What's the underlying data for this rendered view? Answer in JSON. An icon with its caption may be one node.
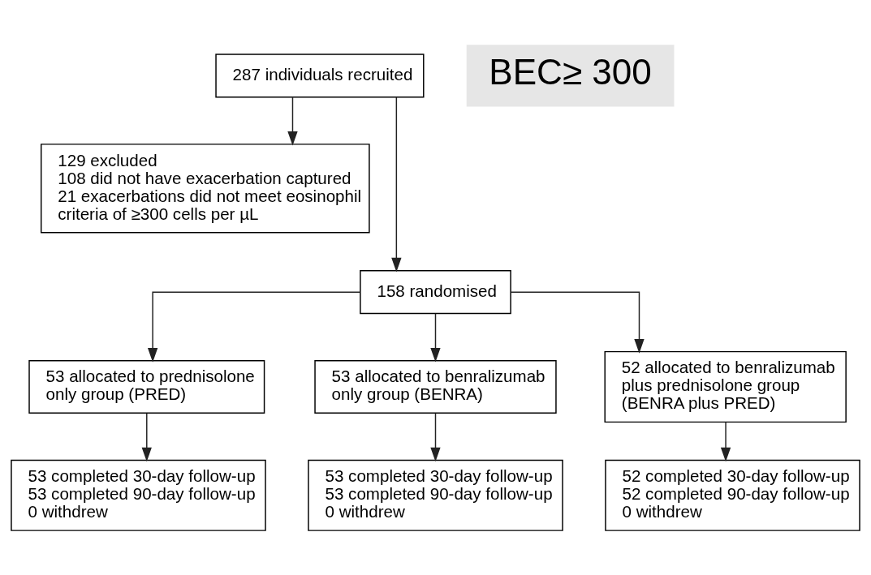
{
  "diagram": {
    "nodes": [
      {
        "text": [
          "287 individuals recruited"
        ]
      },
      {
        "text": [
          "129 excluded",
          "108 did not have exacerbation captured",
          "21 exacerbations did not meet eosinophil criteria of ≥300 cells per µL"
        ]
      },
      {
        "text": [
          "158 randomised"
        ]
      },
      {
        "text": [
          "53 allocated to prednisolone only group (PRED)"
        ]
      },
      {
        "text": [
          "53 allocated to benralizumab only group (BENRA)"
        ]
      },
      {
        "text": [
          "52 allocated to benralizumab plus prednisolone group (BENRA plus PRED)"
        ]
      },
      {
        "text": [
          "53 completed 30-day follow-up",
          "53 completed 90-day follow-up",
          "0 withdrew"
        ]
      },
      {
        "text": [
          "53 completed 30-day follow-up",
          "53 completed 90-day follow-up",
          "0 withdrew"
        ]
      },
      {
        "text": [
          "52 completed 30-day follow-up",
          "52 completed 90-day follow-up",
          "0 withdrew"
        ]
      },
      {
        "text": [
          "BEC≥ 300"
        ]
      }
    ],
    "edges": [
      {
        "from": 0,
        "to": 1,
        "arrow": "to"
      },
      {
        "from": 0,
        "to": 2,
        "arrow": "to"
      },
      {
        "from": 2,
        "to": 3,
        "arrow": "to"
      },
      {
        "from": 2,
        "to": 4,
        "arrow": "to"
      },
      {
        "from": 2,
        "to": 5,
        "arrow": "to"
      },
      {
        "from": 3,
        "to": 6,
        "arrow": "to"
      },
      {
        "from": 4,
        "to": 7,
        "arrow": "to"
      },
      {
        "from": 5,
        "to": 8,
        "arrow": "to"
      }
    ]
  }
}
